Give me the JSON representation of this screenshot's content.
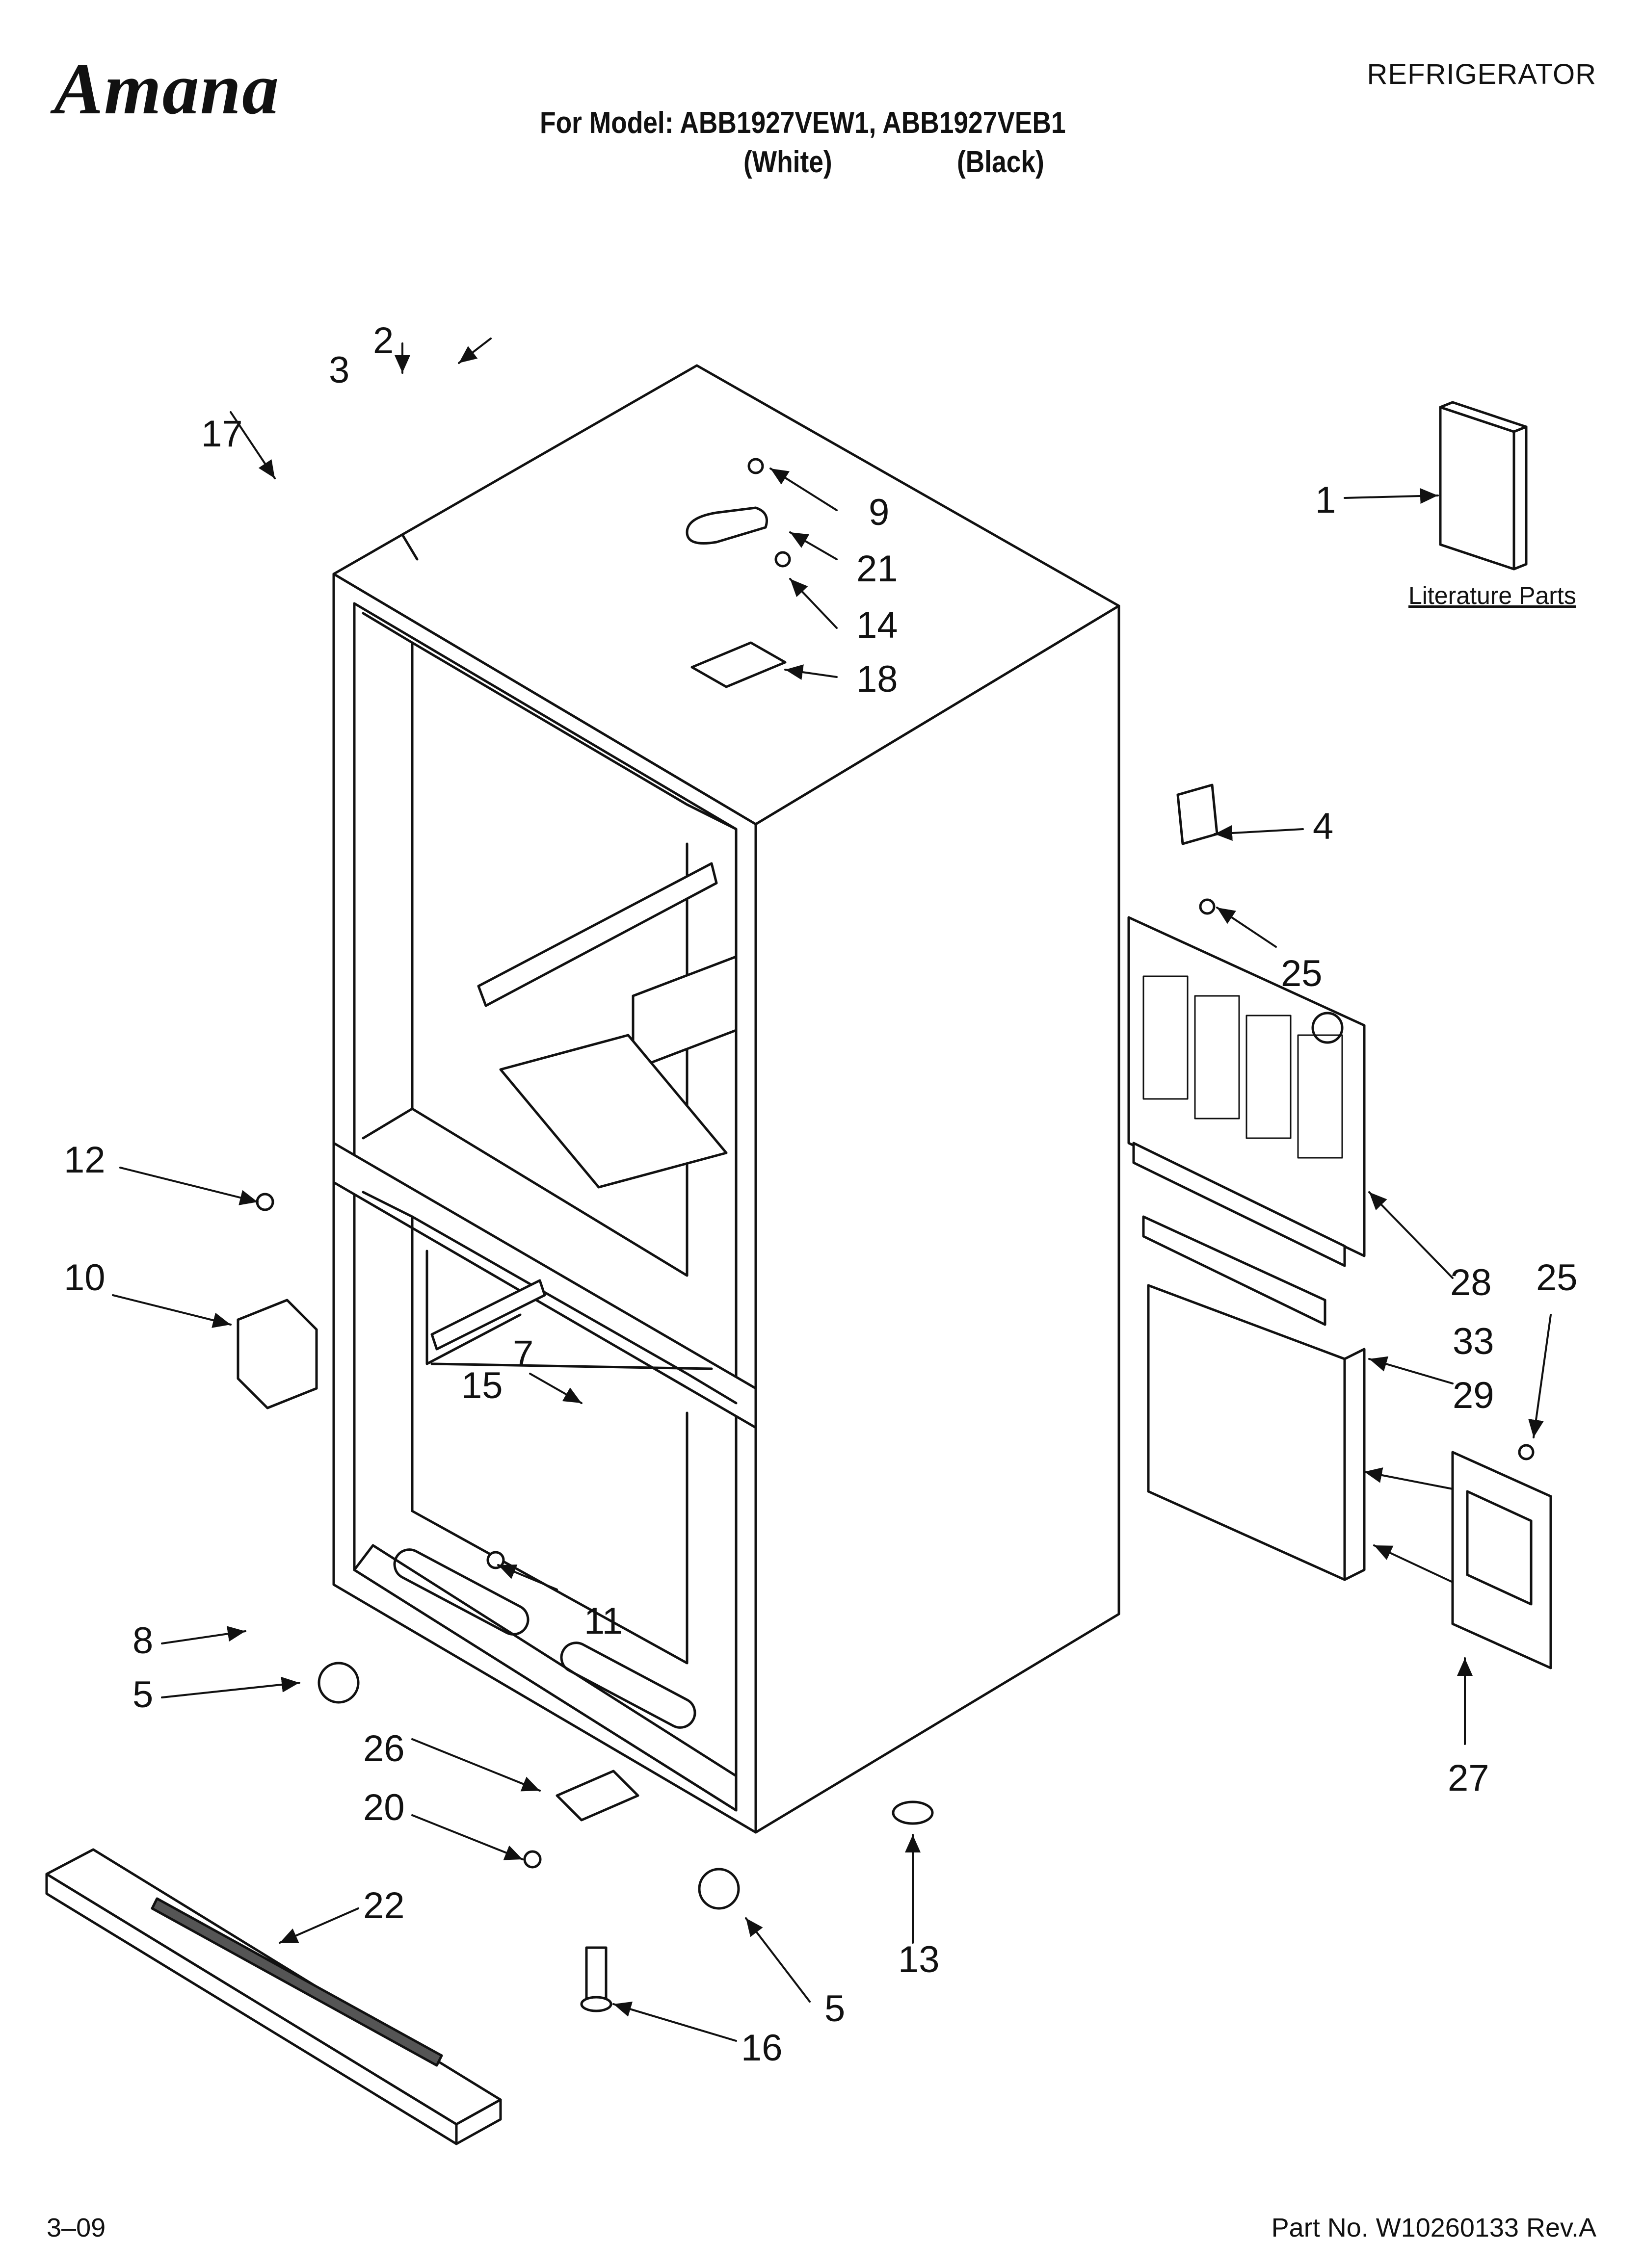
{
  "brand": "Amana",
  "category": "REFRIGERATOR",
  "model_line": "For Model: ABB1927VEW1, ABB1927VEB1",
  "variants": [
    "(White)",
    "(Black)"
  ],
  "literature_label": "Literature Parts",
  "footer": {
    "date": "3–09",
    "part_number": "Part No. W10260133 Rev.A"
  },
  "callouts": [
    "1",
    "2",
    "3",
    "4",
    "5",
    "5",
    "7",
    "8",
    "9",
    "10",
    "11",
    "12",
    "13",
    "14",
    "15",
    "16",
    "17",
    "18",
    "20",
    "21",
    "22",
    "25",
    "25",
    "26",
    "27",
    "28",
    "29",
    "33"
  ],
  "colors": {
    "line": "#111111",
    "background": "#ffffff"
  }
}
